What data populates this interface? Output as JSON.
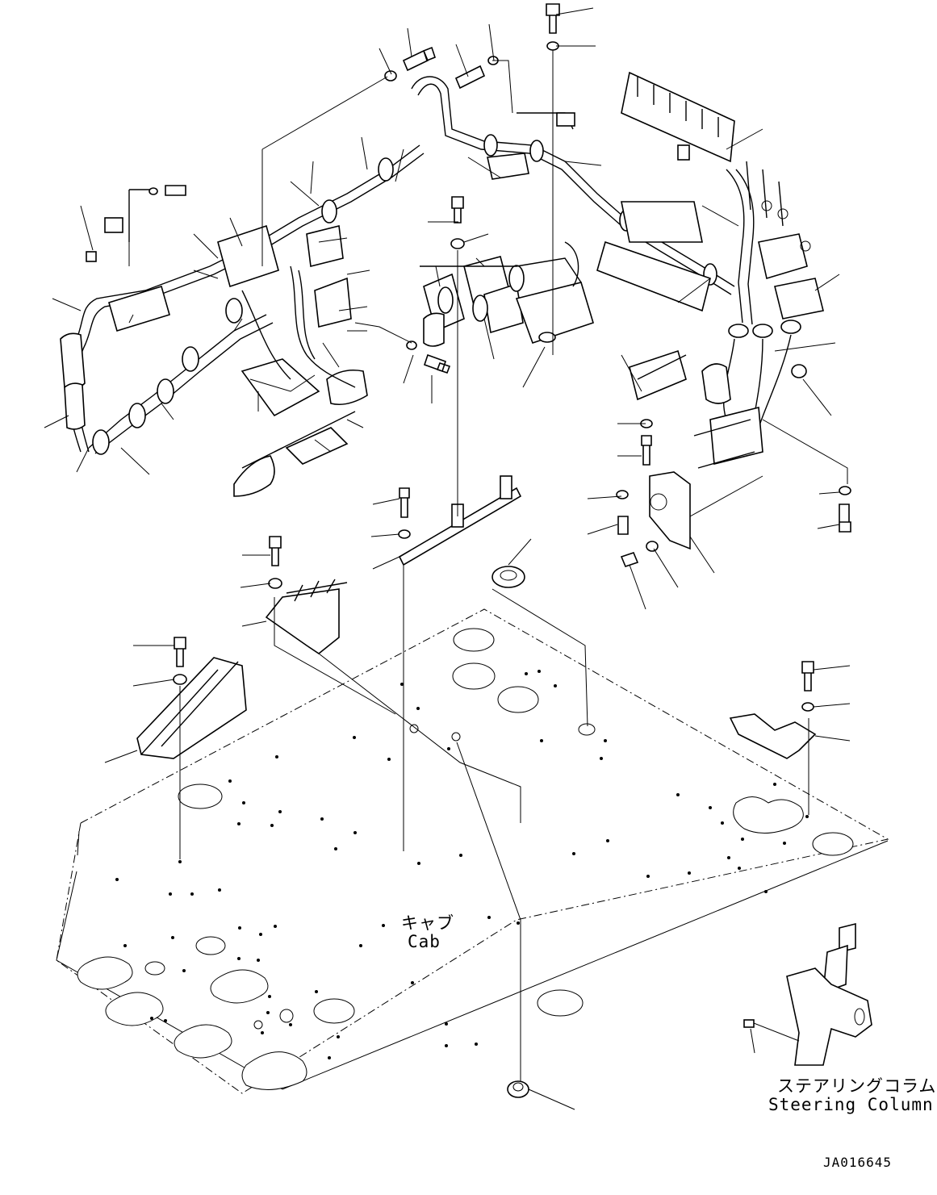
{
  "diagram": {
    "labels": {
      "cab_jp": "キャブ",
      "cab_en": "Cab",
      "steering_jp": "ステアリングコラム",
      "steering_en": "Steering Column",
      "drawing_code": "JA016645"
    }
  }
}
